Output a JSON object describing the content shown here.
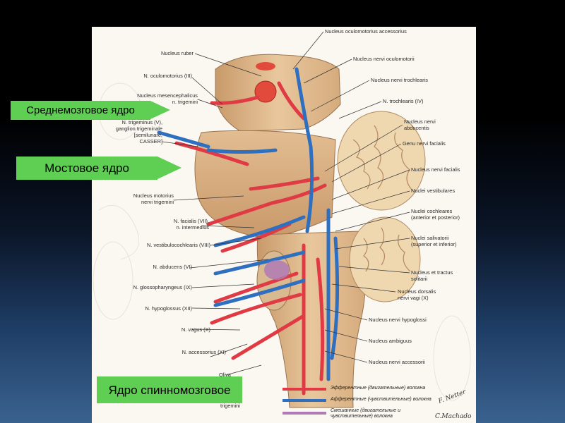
{
  "callouts": {
    "midbrain": "Среднемозговое ядро",
    "pontine": "Мостовое ядро",
    "spinal": "Ядро спинномозговое"
  },
  "colors": {
    "callout": "#5ecf52",
    "efferent": "#e03a45",
    "afferent": "#2f6fc0",
    "mixed": "#b07ab5"
  },
  "labels_left": {
    "nucleus_ruber": "Nucleus ruber",
    "n_oculomotorius": "N. oculomotorius (III)",
    "nucleus_mesencephalicus_1": "Nucleus mesencephalicus",
    "nucleus_mesencephalicus_2": "n. trigemini",
    "n_trigeminus_1": "N. trigeminus (V),",
    "n_trigeminus_2": "ganglion trigeminale",
    "n_trigeminus_3": "[semilunare,",
    "n_trigeminus_4": "CASSER]",
    "nucleus_motorius_1": "Nucleus motorius",
    "nucleus_motorius_2": "nervi trigemini",
    "n_facialis_1": "N. facialis (VII),",
    "n_facialis_2": "n. intermedius",
    "n_vestibulocochlearis": "N. vestibulocochlearis (VIII)",
    "n_abducens": "N. abducens (VI)",
    "n_glossopharyngeus": "N. glossopharyngeus (IX)",
    "n_hypoglossus": "N. hypoglossus (XII)",
    "n_vagus": "N. vagus (X)",
    "n_accessorius": "N. accessorius (XI)",
    "oliva": "Oliva",
    "trigemini": "trigemini"
  },
  "labels_right": {
    "nucleus_oculomotorius_accessorius": "Nucleus oculomotorius accessorius",
    "nucleus_nervi_oculomotorii": "Nucleus nervi oculomotorii",
    "nucleus_nervi_trochlearis": "Nucleus nervi trochlearis",
    "n_trochlearis": "N. trochlearis (IV)",
    "nucleus_nervi_abducentis_1": "Nucleus nervi",
    "nucleus_nervi_abducentis_2": "abducentis",
    "genu_nervi_facialis": "Genu nervi facialis",
    "nucleus_nervi_facialis": "Nucleus nervi facialis",
    "nuclei_vestibulares": "Nuclei vestibulares",
    "nuclei_cochleares_1": "Nuclei cochleares",
    "nuclei_cochleares_2": "(anterior et posterior)",
    "nuclei_salivatorii_1": "Nuclei salivatorii",
    "nuclei_salivatorii_2": "(superior et inferior)",
    "nucleus_tractus_1": "Nucleus et tractus",
    "nucleus_tractus_2": "solitarii",
    "nucleus_dorsalis_1": "Nucleus dorsalis",
    "nucleus_dorsalis_2": "nervi vagi (X)",
    "nucleus_nervi_hypoglossi": "Nucleus nervi hypoglossi",
    "nucleus_ambiguus": "Nucleus ambiguus",
    "nucleus_nervi_accessorii": "Nucleus nervi accessorii"
  },
  "legend": {
    "efferent": "Эфферентные (двигательные) волокна",
    "afferent": "Афферентные (чувствительные) волокна",
    "mixed_1": "Смешанные (двигательные и",
    "mixed_2": "чувствительные) волокна"
  },
  "signatures": {
    "netter": "F. Netter",
    "machado": "C.Machado"
  }
}
